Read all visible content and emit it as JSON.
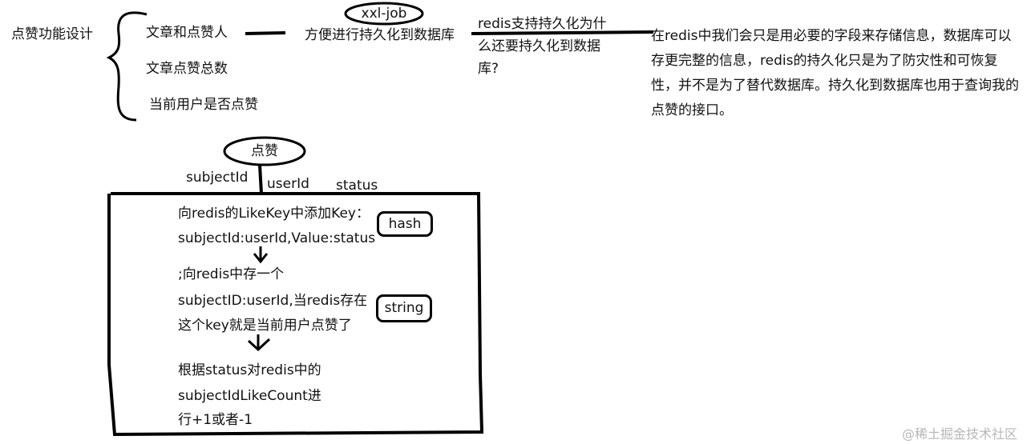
{
  "root": {
    "title": "点赞功能设计",
    "branches": [
      "文章和点赞人",
      "文章点赞总数",
      "当前用户是否点赞"
    ]
  },
  "persist": {
    "label": "方便进行持久化到数据库",
    "tool": "xxl-job",
    "question": "redis支持持久化为什么还要持久化到数据库?",
    "answer": "在redis中我们会只是用必要的字段来存储信息，数据库可以存更完整的信息，redis的持久化只是为了防灾性和可恢复性，并不是为了替代数据库。持久化到数据库也用于查询我的点赞的接口。"
  },
  "like": {
    "label": "点赞",
    "params": [
      "subjectId",
      "userId",
      "status"
    ],
    "steps": [
      {
        "lines": [
          "向redis的LikeKey中添加Key：",
          "subjectId:userId,Value:status"
        ],
        "type": "hash"
      },
      {
        "lines": [
          ";向redis中存一个",
          "subjectID:userId,当redis存在",
          "这个key就是当前用户点赞了"
        ],
        "type": "string"
      },
      {
        "lines": [
          "根据status对redis中的",
          "subjectIdLikeCount进",
          "行+1或者-1"
        ]
      }
    ]
  },
  "watermark": "@稀土掘金技术社区"
}
